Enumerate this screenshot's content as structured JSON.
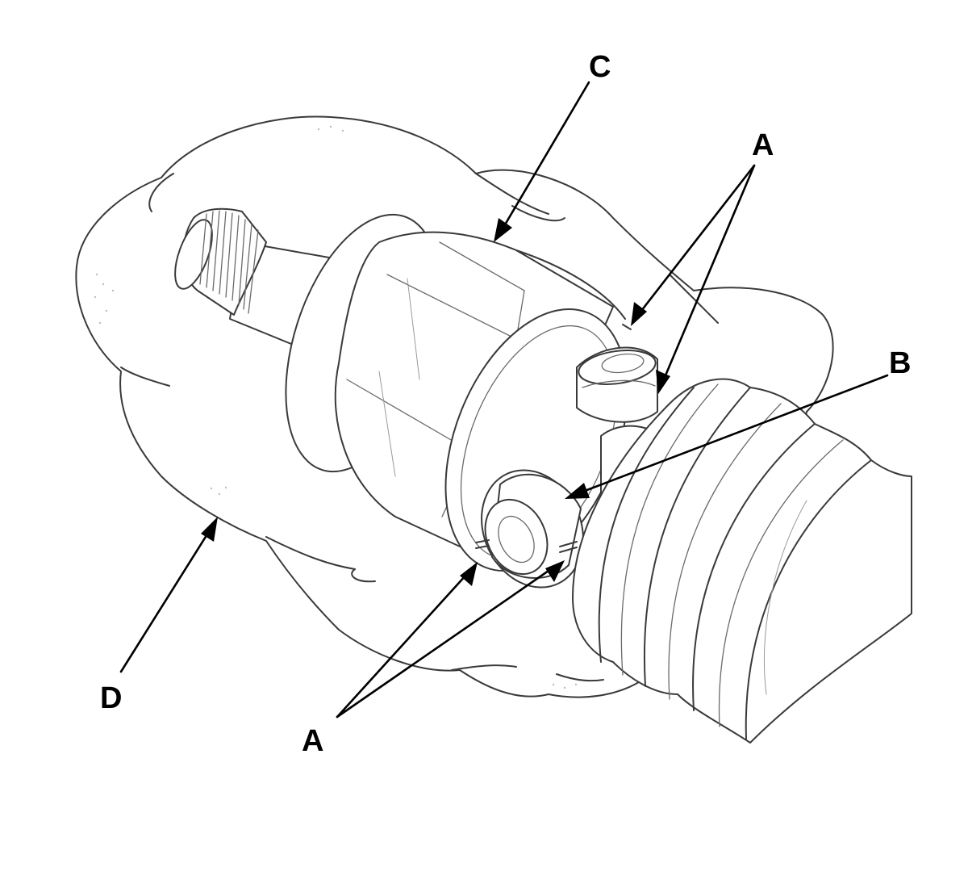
{
  "diagram": {
    "callouts": {
      "a_top": "A",
      "a_bottom": "A",
      "b": "B",
      "c": "C",
      "d": "D"
    },
    "colors": {
      "line": "#3a3a3a",
      "leader": "#000000",
      "background": "#ffffff"
    }
  }
}
